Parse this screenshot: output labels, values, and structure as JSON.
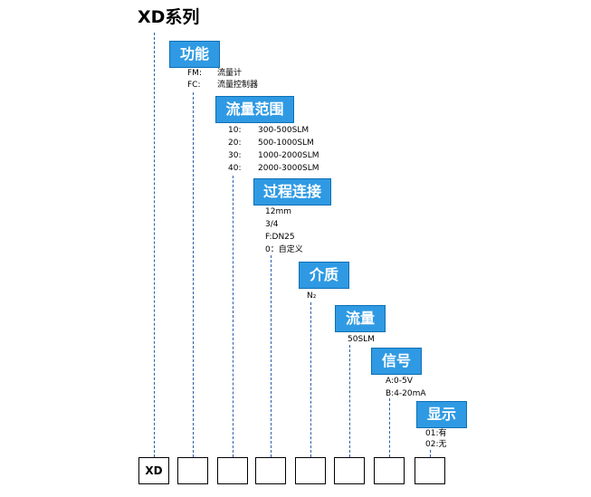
{
  "title": "XD系列",
  "stages": {
    "function": {
      "label": "功能",
      "options": [
        {
          "code": "FM:",
          "desc": "流量计"
        },
        {
          "code": "FC:",
          "desc": "流量控制器"
        }
      ]
    },
    "flow_range": {
      "label": "流量范围",
      "options": [
        {
          "code": "10:",
          "desc": "300-500SLM"
        },
        {
          "code": "20:",
          "desc": "500-1000SLM"
        },
        {
          "code": "30:",
          "desc": "1000-2000SLM"
        },
        {
          "code": "40:",
          "desc": "2000-3000SLM"
        }
      ]
    },
    "process_connection": {
      "label": "过程连接",
      "options": [
        "12mm",
        "3/4",
        "F:DN25",
        "0：自定义"
      ]
    },
    "medium": {
      "label": "介质",
      "options": [
        "N₂"
      ]
    },
    "flow": {
      "label": "流量",
      "options": [
        "50SLM"
      ]
    },
    "signal": {
      "label": "信号",
      "options": [
        "A:0-5V",
        "B:4-20mA"
      ]
    },
    "display": {
      "label": "显示",
      "options": [
        "01:有",
        "02:无"
      ]
    }
  },
  "code_cells": [
    "XD",
    "",
    "",
    "",
    "",
    "",
    "",
    ""
  ]
}
